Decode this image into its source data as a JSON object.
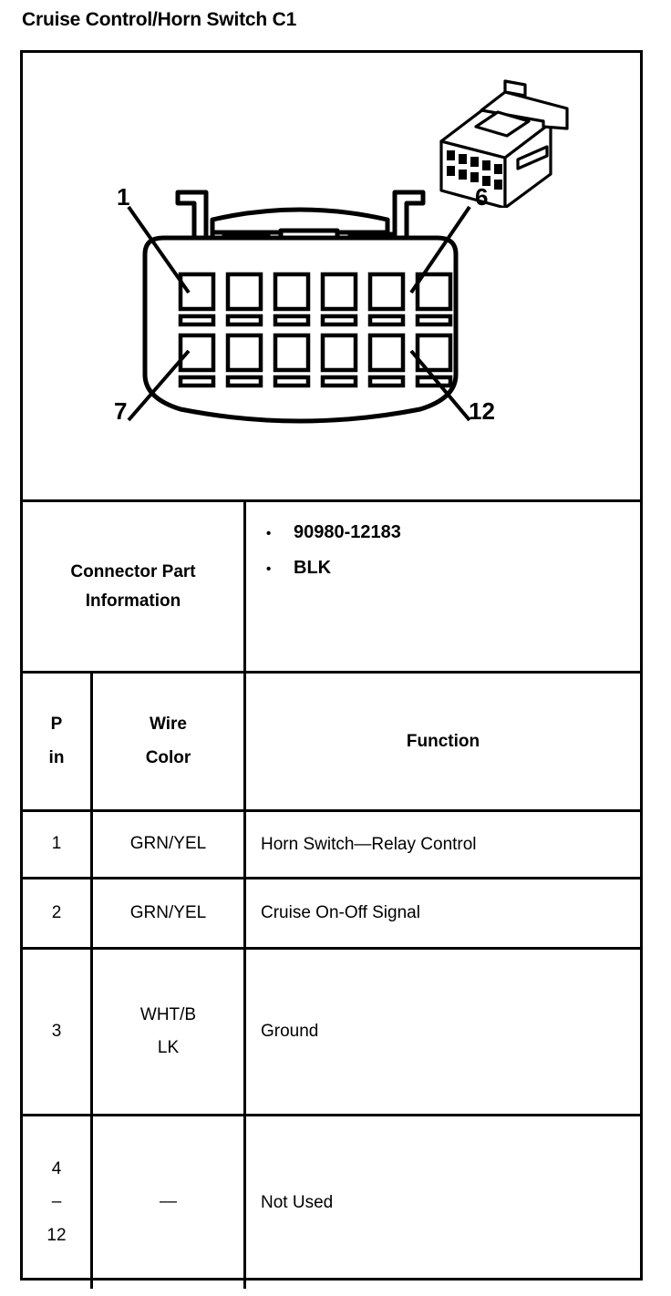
{
  "title": "Cruise Control/Horn Switch C1",
  "diagram": {
    "name": "connector-face-view",
    "iso_name": "connector-isometric-view",
    "cavity_rows": 2,
    "cavity_cols": 6,
    "callouts": [
      {
        "label": "1",
        "position": "top-left"
      },
      {
        "label": "6",
        "position": "top-right"
      },
      {
        "label": "7",
        "position": "bottom-left"
      },
      {
        "label": "12",
        "position": "bottom-right"
      }
    ]
  },
  "connector_part_information": {
    "label": "Connector Part\nInformation",
    "items": [
      "90980-12183",
      "BLK"
    ],
    "bullet": "•"
  },
  "pin_table": {
    "headers": {
      "pin": "P\nin",
      "wire_color": "Wire\nColor",
      "function": "Function"
    },
    "rows": [
      {
        "pin": "1",
        "wire_color": "GRN/YEL",
        "function": "Horn Switch—Relay Control"
      },
      {
        "pin": "2",
        "wire_color": "GRN/YEL",
        "function": "Cruise On-Off Signal"
      },
      {
        "pin": "3",
        "wire_color": "WHT/B\nLK",
        "function": "Ground"
      },
      {
        "pin": "4\n–\n12",
        "wire_color": "—",
        "function": "Not Used"
      }
    ]
  },
  "colors": {
    "ink": "#000000",
    "paper": "#ffffff"
  }
}
